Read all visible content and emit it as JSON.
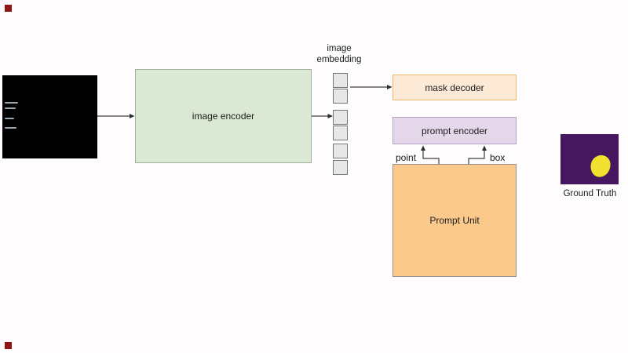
{
  "diagram": {
    "title_semantic": "SAM-style segmentation architecture diagram",
    "input_image": {
      "name": "endoscopy-input-image"
    },
    "image_encoder": {
      "label": "image encoder",
      "fill": "#dbe9d4",
      "border": "#9cb497"
    },
    "image_embedding": {
      "label_line1": "image",
      "label_line2": "embedding",
      "token_count": 6,
      "token_fill": "#e7e7e7",
      "token_border": "#757575"
    },
    "mask_decoder": {
      "label": "mask decoder",
      "fill": "#fdead6",
      "border": "#edb96e"
    },
    "prompt_encoder": {
      "label": "prompt encoder",
      "fill": "#e3d7e9",
      "border": "#b5a0c4"
    },
    "prompt_unit": {
      "label": "Prompt Unit",
      "fill": "#fbc98c",
      "border": "#98928c",
      "point_label": "point",
      "box_label": "box"
    },
    "ground_truth": {
      "label": "Ground Truth",
      "background": "#46175f",
      "mask_color": "#f2e02e"
    },
    "connector_color": "#3d3d3d",
    "canvas_background": "#fffcfd",
    "corner_marker_color": "#8f1414"
  }
}
